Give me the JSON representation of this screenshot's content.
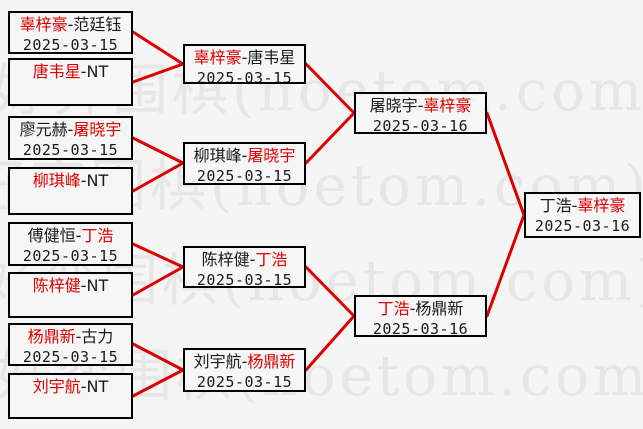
{
  "watermark": {
    "text": "好弈围棋(hoetom.com)"
  },
  "colors": {
    "accent_red": "#dd0000",
    "text_black": "#1a1a1a",
    "watermark_gray": "#e6e6e6",
    "background": "#f5f5f5"
  },
  "boxes": {
    "r1b1": {
      "p1": "辜梓豪",
      "p1_red": true,
      "p2": "-范廷钰",
      "p2_red": false,
      "date": "2025-03-15"
    },
    "r1b2": {
      "p1": "唐韦星",
      "p1_red": true,
      "p2": "-NT",
      "p2_red": false,
      "date": ""
    },
    "r1b3": {
      "p1": "廖元赫-",
      "p1_red": false,
      "p2": "屠晓宇",
      "p2_red": true,
      "date": "2025-03-15"
    },
    "r1b4": {
      "p1": "柳琪峰",
      "p1_red": true,
      "p2": "-NT",
      "p2_red": false,
      "date": ""
    },
    "r1b5": {
      "p1": "傅健恒-",
      "p1_red": false,
      "p2": "丁浩",
      "p2_red": true,
      "date": "2025-03-15"
    },
    "r1b6": {
      "p1": "陈梓健",
      "p1_red": true,
      "p2": "-NT",
      "p2_red": false,
      "date": ""
    },
    "r1b7": {
      "p1": "杨鼎新",
      "p1_red": true,
      "p2": "-古力",
      "p2_red": false,
      "date": "2025-03-15"
    },
    "r1b8": {
      "p1": "刘宇航",
      "p1_red": true,
      "p2": "-NT",
      "p2_red": false,
      "date": ""
    },
    "r2b1": {
      "p1": "辜梓豪",
      "p1_red": true,
      "p2": "-唐韦星",
      "p2_red": false,
      "date": "2025-03-15"
    },
    "r2b2": {
      "p1": "柳琪峰-",
      "p1_red": false,
      "p2": "屠晓宇",
      "p2_red": true,
      "date": "2025-03-15"
    },
    "r2b3": {
      "p1": "陈梓健-",
      "p1_red": false,
      "p2": "丁浩",
      "p2_red": true,
      "date": "2025-03-15"
    },
    "r2b4": {
      "p1": "刘宇航-",
      "p1_red": false,
      "p2": "杨鼎新",
      "p2_red": true,
      "date": "2025-03-15"
    },
    "r3b1": {
      "p1": "屠晓宇-",
      "p1_red": false,
      "p2": "辜梓豪",
      "p2_red": true,
      "date": "2025-03-16"
    },
    "r3b2": {
      "p1": "丁浩",
      "p1_red": true,
      "p2": "-杨鼎新",
      "p2_red": false,
      "date": "2025-03-16"
    },
    "f1": {
      "p1": "丁浩-",
      "p1_red": false,
      "p2": "辜梓豪",
      "p2_red": true,
      "date": "2025-03-16"
    }
  }
}
